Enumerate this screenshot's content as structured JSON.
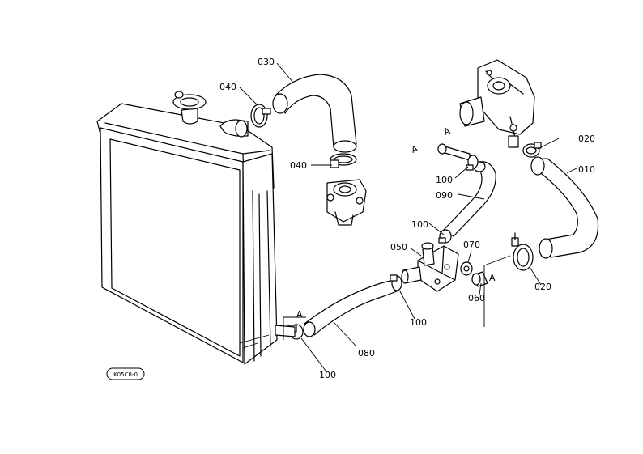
{
  "callouts": {
    "p010": "010",
    "p020_top": "020",
    "p020_bottom": "020",
    "p030": "030",
    "p040_top": "040",
    "p040_mid": "040",
    "p050": "050",
    "p060": "060",
    "p070": "070",
    "p080": "080",
    "p090": "090",
    "p100_upper": "100",
    "p100_mid": "100",
    "p100_right": "100",
    "p100_bottom": "100"
  },
  "refs": {
    "a_radiator": "A",
    "a_pump_1": "A",
    "a_pump_2": "A",
    "a_hose_end": "A"
  },
  "badge": "K05C8-0"
}
